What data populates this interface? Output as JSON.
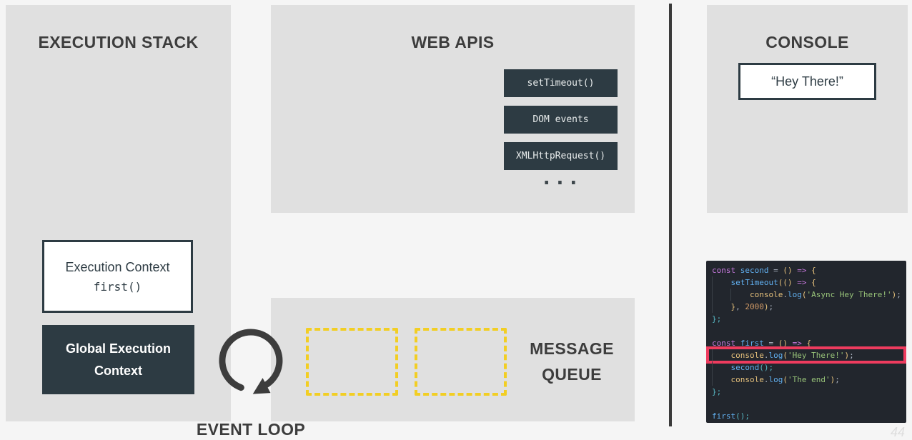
{
  "colors": {
    "background": "#f5f5f5",
    "panel": "#e0e0e0",
    "dark_slate": "#2d3b43",
    "title_text": "#3d3d3d",
    "queue_yellow": "#f2ce24",
    "highlight_red": "#ee3b5e",
    "editor_bg": "#22262d"
  },
  "execution_stack": {
    "title": "EXECUTION STACK",
    "execution_context_box": {
      "line1": "Execution Context",
      "line2": "first()"
    },
    "global_context_box": {
      "line1": "Global Execution",
      "line2": "Context"
    }
  },
  "web_apis": {
    "title": "WEB APIS",
    "buttons": [
      "setTimeout()",
      "DOM events",
      "XMLHttpRequest()"
    ],
    "ellipsis": "..."
  },
  "message_queue": {
    "title_line1": "MESSAGE",
    "title_line2": "QUEUE",
    "slot_count": 2
  },
  "event_loop": {
    "label": "EVENT LOOP"
  },
  "console": {
    "title": "CONSOLE",
    "output": "“Hey There!”"
  },
  "code_editor": {
    "palette": {
      "kw": "#c678dd",
      "fn": "#61afef",
      "obj": "#e5c07b",
      "str": "#98c379",
      "num": "#d19a66",
      "br": "#e5c07b",
      "cl": "#56b6c2",
      "pl": "#abb2bf"
    },
    "lines": [
      {
        "tokens": [
          [
            "kw",
            "const"
          ],
          [
            "pl",
            " "
          ],
          [
            "fn",
            "second"
          ],
          [
            "pl",
            " = "
          ],
          [
            "br",
            "()"
          ],
          [
            "pl",
            " "
          ],
          [
            "kw",
            "=>"
          ],
          [
            "pl",
            " "
          ],
          [
            "br",
            "{"
          ]
        ]
      },
      {
        "tokens": [
          [
            "ind",
            "    "
          ],
          [
            "fn",
            "setTimeout"
          ],
          [
            "br",
            "(()"
          ],
          [
            "pl",
            " "
          ],
          [
            "kw",
            "=>"
          ],
          [
            "pl",
            " "
          ],
          [
            "br",
            "{"
          ]
        ]
      },
      {
        "tokens": [
          [
            "ind",
            "    "
          ],
          [
            "ind",
            "    "
          ],
          [
            "obj",
            "console"
          ],
          [
            "pl",
            "."
          ],
          [
            "fn",
            "log"
          ],
          [
            "br",
            "("
          ],
          [
            "str",
            "'Async Hey There!'"
          ],
          [
            "br",
            ")"
          ],
          [
            "pl",
            ";"
          ]
        ]
      },
      {
        "tokens": [
          [
            "ind",
            "    "
          ],
          [
            "br",
            "}"
          ],
          [
            "pl",
            ", "
          ],
          [
            "num",
            "2000"
          ],
          [
            "br",
            ")"
          ],
          [
            "pl",
            ";"
          ]
        ]
      },
      {
        "tokens": [
          [
            "cl",
            "};"
          ]
        ]
      },
      {
        "tokens": []
      },
      {
        "tokens": [
          [
            "kw",
            "const"
          ],
          [
            "pl",
            " "
          ],
          [
            "fn",
            "first"
          ],
          [
            "pl",
            " = "
          ],
          [
            "br",
            "()"
          ],
          [
            "pl",
            " "
          ],
          [
            "kw",
            "=>"
          ],
          [
            "pl",
            " "
          ],
          [
            "br",
            "{"
          ]
        ]
      },
      {
        "highlight": true,
        "tokens": [
          [
            "ind",
            "    "
          ],
          [
            "obj",
            "console"
          ],
          [
            "pl",
            "."
          ],
          [
            "fn",
            "log"
          ],
          [
            "br",
            "("
          ],
          [
            "str",
            "'Hey There!'"
          ],
          [
            "br",
            ")"
          ],
          [
            "pl",
            ";"
          ]
        ]
      },
      {
        "tokens": [
          [
            "ind",
            "    "
          ],
          [
            "fn",
            "second"
          ],
          [
            "cl",
            "();"
          ]
        ]
      },
      {
        "tokens": [
          [
            "ind",
            "    "
          ],
          [
            "obj",
            "console"
          ],
          [
            "pl",
            "."
          ],
          [
            "fn",
            "log"
          ],
          [
            "br",
            "("
          ],
          [
            "str",
            "'The end'"
          ],
          [
            "br",
            ")"
          ],
          [
            "pl",
            ";"
          ]
        ]
      },
      {
        "tokens": [
          [
            "cl",
            "};"
          ]
        ]
      },
      {
        "tokens": []
      },
      {
        "tokens": [
          [
            "fn",
            "first"
          ],
          [
            "cl",
            "();"
          ]
        ]
      }
    ]
  },
  "watermark": "44"
}
